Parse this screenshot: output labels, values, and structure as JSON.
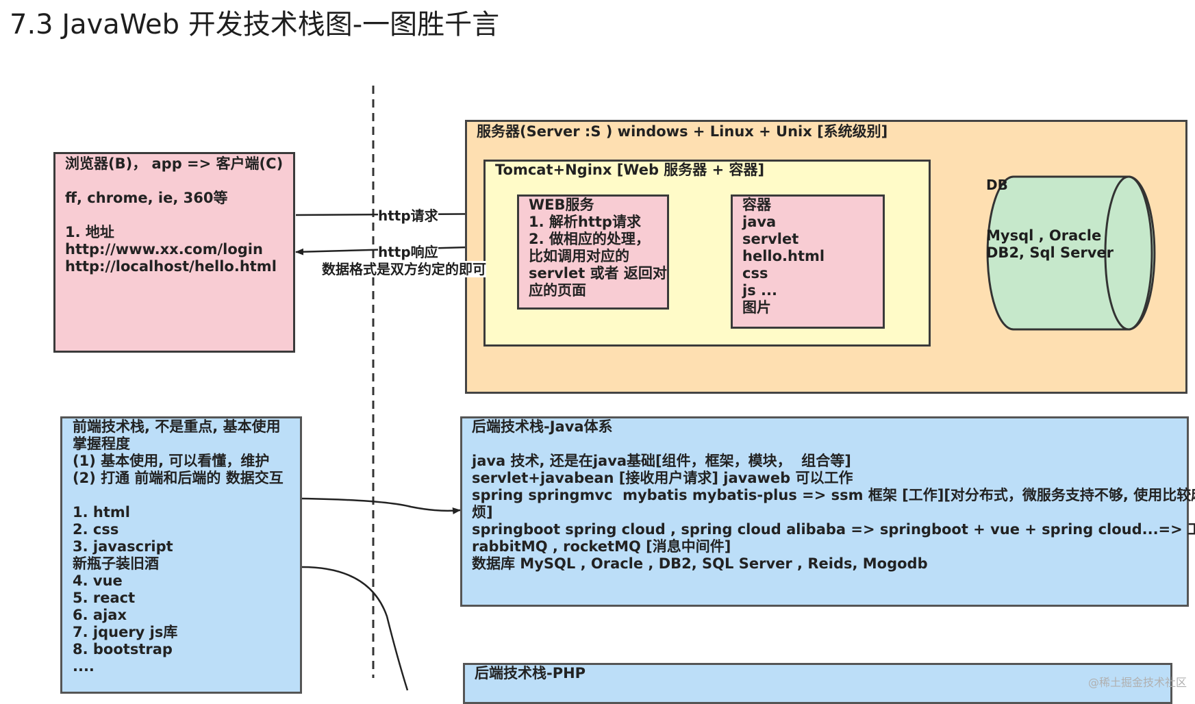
{
  "title": "7.3  JavaWeb 开发技术栈图-一图胜千言",
  "client_box": {
    "text": "浏览器(B)， app => 客户端(C)\n\nff, chrome, ie, 360等\n\n1. 地址\nhttp://www.xx.com/login\nhttp://localhost/hello.html"
  },
  "server_box": {
    "title": "服务器(Server :S ) windows + Linux + Unix [系统级别]"
  },
  "tomcat_box": {
    "title": "Tomcat+Nginx [Web 服务器 + 容器]"
  },
  "web_service_box": {
    "text": "WEB服务\n1. 解析http请求\n2. 做相应的处理，\n比如调用对应的\nservlet 或者 返回对\n应的页面"
  },
  "container_box": {
    "text": "容器\njava\nservlet\nhello.html\ncss\njs ...\n图片"
  },
  "db": {
    "label": "DB",
    "text": "Mysql , Oracle\nDB2, Sql Server"
  },
  "arrows": {
    "http_request": "http请求",
    "http_response": "http响应",
    "data_format": "数据格式是双方约定的即可"
  },
  "frontend_box": {
    "text": "前端技术栈, 不是重点, 基本使用\n掌握程度\n(1) 基本使用, 可以看懂，维护\n(2) 打通 前端和后端的 数据交互\n\n1. html\n2. css\n3. javascript\n新瓶子装旧酒\n4. vue\n5. react\n6. ajax\n7. jquery js库\n8. bootstrap\n...."
  },
  "backend_java_box": {
    "title": "后端技术栈-Java体系",
    "text": "java 技术, 还是在java基础[组件，框架，模块，  组合等]\nservlet+javabean [接收用户请求] javaweb 可以工作\nspring springmvc  mybatis mybatis-plus => ssm 框架 [工作][对分布式，微服务支持不够, 使用比较麻\n烦]\nspringboot spring cloud , spring cloud alibaba => springboot + vue + spring cloud...=> 工作\nrabbitMQ , rocketMQ [消息中间件]\n数据库 MySQL , Oracle , DB2, SQL Server , Reids, Mogodb"
  },
  "backend_php_box": {
    "title": "后端技术栈-PHP"
  },
  "watermark": "@稀土掘金技术社区",
  "colors": {
    "pink": "#f8ccd3",
    "orange": "#fedfb1",
    "yellow": "#fffbc8",
    "blue": "#bcdef8",
    "green": "#c6e8cb"
  }
}
